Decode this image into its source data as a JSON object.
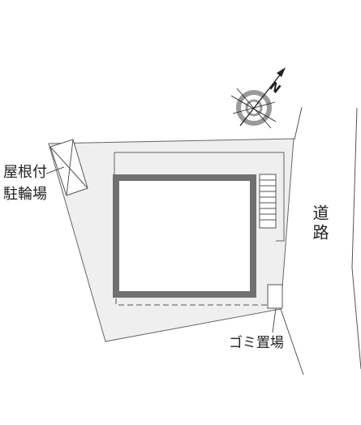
{
  "labels": {
    "bike_parking_line1": "屋根付",
    "bike_parking_line2": "駐輪場",
    "road": "道路",
    "garbage": "ゴミ置場"
  },
  "compass": {
    "north_letter": "N"
  },
  "colors": {
    "lot_fill": "#efefef",
    "outline": "#666666",
    "building_wall": "#707070",
    "compass_ring": "#999999"
  },
  "icons": {
    "compass": "north-arrow-icon"
  }
}
